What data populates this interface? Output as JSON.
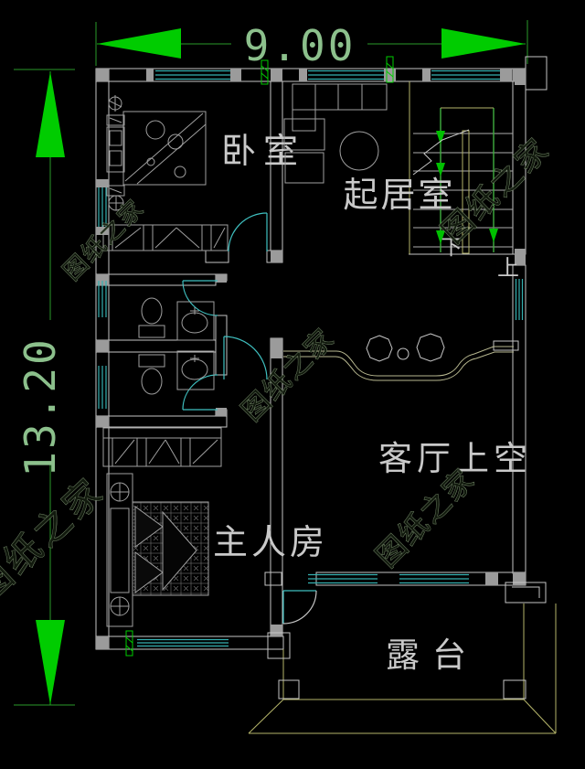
{
  "title": "second-floor-plan",
  "dimensions": {
    "width_label": "9.00",
    "height_label": "13.20",
    "arrow_color": "#00cc00",
    "text_color": "#8cc08c"
  },
  "rooms": {
    "bedroom": "卧室",
    "living": "起居室",
    "stairs_down": "下",
    "stairs_up": "上",
    "void": "客厅上空",
    "master": "主人房",
    "terrace": "露台"
  },
  "watermark": {
    "text": "图纸之家",
    "color": "#7e9472"
  },
  "colors": {
    "background": "#000000",
    "wall": "#c4c4c4",
    "wall_fill": "#9b9b9b",
    "window": "#35b0b0",
    "door": "#3fc0c0",
    "fixture": "#9f9f9f",
    "stair_edge": "#b5b56a",
    "stair_guide": "#3fae3f",
    "dimension_green": "#00cc00"
  }
}
